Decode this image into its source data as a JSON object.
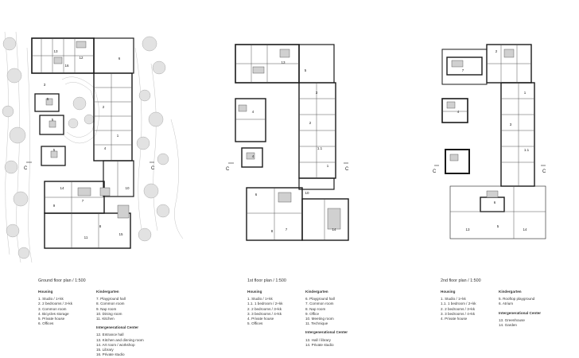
{
  "plans": [
    {
      "title": "Ground floor plan / 1:500",
      "col1": {
        "heading": "Housing",
        "items": [
          "1.  Studio / 1+kk",
          "2.  2 bedrooms / 3+kk",
          "3.  Common room",
          "4.  Bicycles storage",
          "5.  Private house",
          "6.  Offices"
        ]
      },
      "col2": [
        {
          "heading": "Kindergarten",
          "items": [
            "7.  Playground hall",
            "8.  Common room",
            "9.  Nap room",
            "10. Dining room",
            "11. Kitchen"
          ]
        },
        {
          "heading": "Intergenerational Center",
          "items": [
            "12. Entrance hall",
            "13. Kitchen and dinning room",
            "14. Art room / workshop",
            "15. Library",
            "16. Private studio"
          ]
        }
      ]
    },
    {
      "title": "1st floor plan / 1:500",
      "col1": {
        "heading": "Housing",
        "items": [
          "1.  Studio / 1+kk",
          "1.1. 1 bedroom / 2+kk",
          "2.  2 bedrooms / 3+kk",
          "3.  3 bedrooms / 4+kk",
          "4.  Private house",
          "5.  Offices"
        ]
      },
      "col2": [
        {
          "heading": "Kindergarten",
          "items": [
            "6.  Playground hall",
            "7.  Common room",
            "8.  Nap room",
            "9.  Office",
            "10. Meeting room",
            "11. Technique"
          ]
        },
        {
          "heading": "Intergenerational Center",
          "items": [
            "13. Hall / library",
            "14. Private studio"
          ]
        }
      ]
    },
    {
      "title": "2nd floor plan / 1:500",
      "col1": {
        "heading": "Housing",
        "items": [
          "1.  Studio / 1+kk",
          "1.1. 1 bedroom / 2+kk",
          "2.  2 bedrooms / 3+kk",
          "3.  3 bedrooms / 4+kk",
          "4.  Private house"
        ]
      },
      "col2": [
        {
          "heading": "Kindergarten",
          "items": [
            "5.  Rooftop playground",
            "6.  Atrium"
          ]
        },
        {
          "heading": "Intergenerational Center",
          "items": [
            "13. Greenhouse",
            "14. Garden"
          ]
        }
      ]
    }
  ],
  "section_mark": "C",
  "room_labels": {
    "ground": [
      "6",
      "12",
      "13",
      "16",
      "3",
      "5",
      "5",
      "5",
      "2",
      "1",
      "4",
      "10",
      "7",
      "8",
      "9",
      "11",
      "14",
      "15"
    ],
    "first": [
      "13",
      "5",
      "3",
      "2",
      "1.1",
      "1",
      "4",
      "4",
      "10",
      "6",
      "7",
      "8",
      "14"
    ],
    "second": [
      "7",
      "2",
      "1",
      "3",
      "1.1",
      "4",
      "6",
      "13",
      "14",
      "5"
    ]
  },
  "colors": {
    "wall": "#1a1a1a",
    "line": "#555555",
    "tree": "#bdbdbd"
  }
}
